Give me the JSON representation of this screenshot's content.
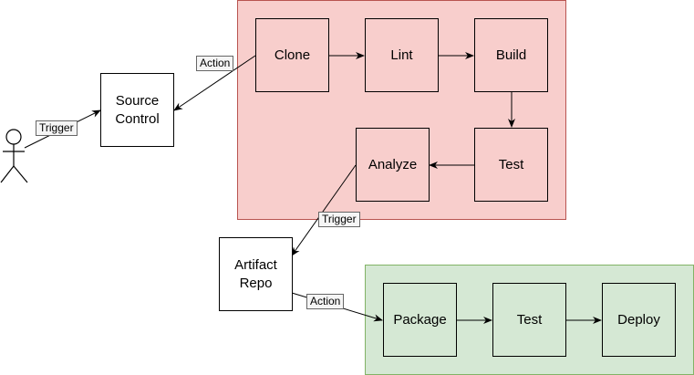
{
  "actor": {
    "icon": "stick-figure-user-icon"
  },
  "nodes": {
    "source_control": "Source\nControl",
    "clone": "Clone",
    "lint": "Lint",
    "build": "Build",
    "test_ci": "Test",
    "analyze": "Analyze",
    "artifact_repo": "Artifact\nRepo",
    "package": "Package",
    "test_cd": "Test",
    "deploy": "Deploy"
  },
  "edge_labels": {
    "actor_to_source": "Trigger",
    "clone_to_source": "Action",
    "analyze_to_artifact": "Trigger",
    "artifact_to_package": "Action"
  },
  "colors": {
    "ci_fill": "#f8cecc",
    "ci_stroke": "#b85450",
    "cd_fill": "#d5e8d4",
    "cd_stroke": "#82b366",
    "edge": "#000000",
    "label_bg": "#f5f5f5"
  }
}
